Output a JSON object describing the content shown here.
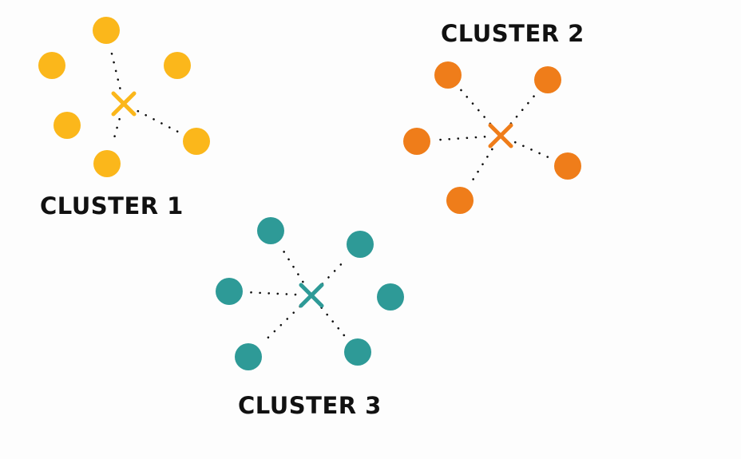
{
  "diagram": {
    "type": "clustering",
    "background_color": "#fdfdfd",
    "link_color": "#111111",
    "clusters": [
      {
        "id": "cluster-1",
        "label": "CLUSTER 1",
        "color": "#FBB71B",
        "point_count": 6,
        "linked_point_count": 3
      },
      {
        "id": "cluster-2",
        "label": "CLUSTER 2",
        "color": "#EF7D1A",
        "point_count": 5,
        "linked_point_count": 5
      },
      {
        "id": "cluster-3",
        "label": "CLUSTER 3",
        "color": "#2E9A97",
        "point_count": 6,
        "linked_point_count": 5
      }
    ]
  }
}
